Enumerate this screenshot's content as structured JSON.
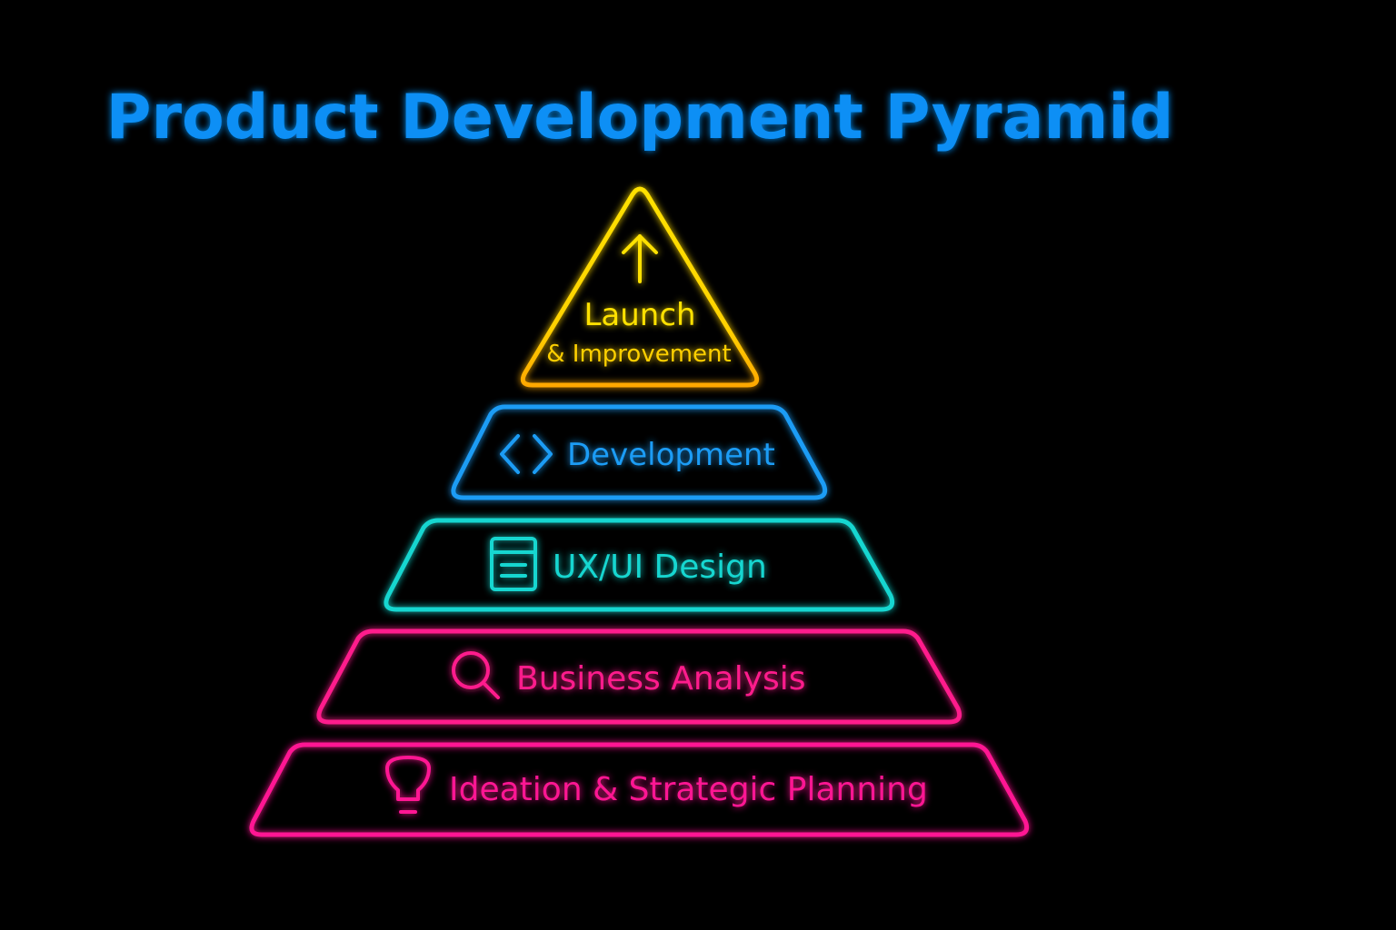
{
  "title": "Product Development Pyramid",
  "colors": {
    "title": "#0a8ff5",
    "launch": "#ffe100",
    "launch_bottom": "#ffa800",
    "development": "#1a9cf5",
    "ux": "#14d6d0",
    "business": "#ff1a8c",
    "ideation": "#ff1493"
  },
  "levels": [
    {
      "label": "Launch",
      "sublabel": "& Improvement",
      "icon": "arrow-up-icon"
    },
    {
      "label": "Development",
      "icon": "code-brackets-icon"
    },
    {
      "label": "UX/UI Design",
      "icon": "document-icon"
    },
    {
      "label": "Business Analysis",
      "icon": "magnifier-icon"
    },
    {
      "label": "Ideation & Strategic Planning",
      "icon": "lightbulb-icon"
    }
  ]
}
